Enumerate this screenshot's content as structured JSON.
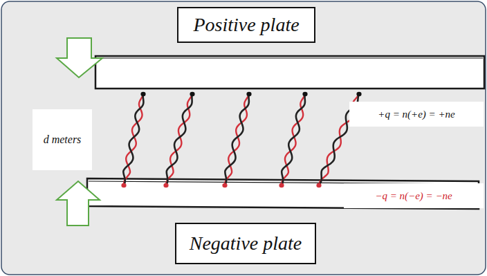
{
  "diagram": {
    "nodes": [
      {
        "text": [
          "Positive plate"
        ]
      },
      {
        "text": [
          "Negative plate"
        ]
      }
    ],
    "edges": [],
    "labels": [
      "d meters",
      "+q = n(+e) = +ne",
      "−q = n(−e) = −ne"
    ]
  }
}
